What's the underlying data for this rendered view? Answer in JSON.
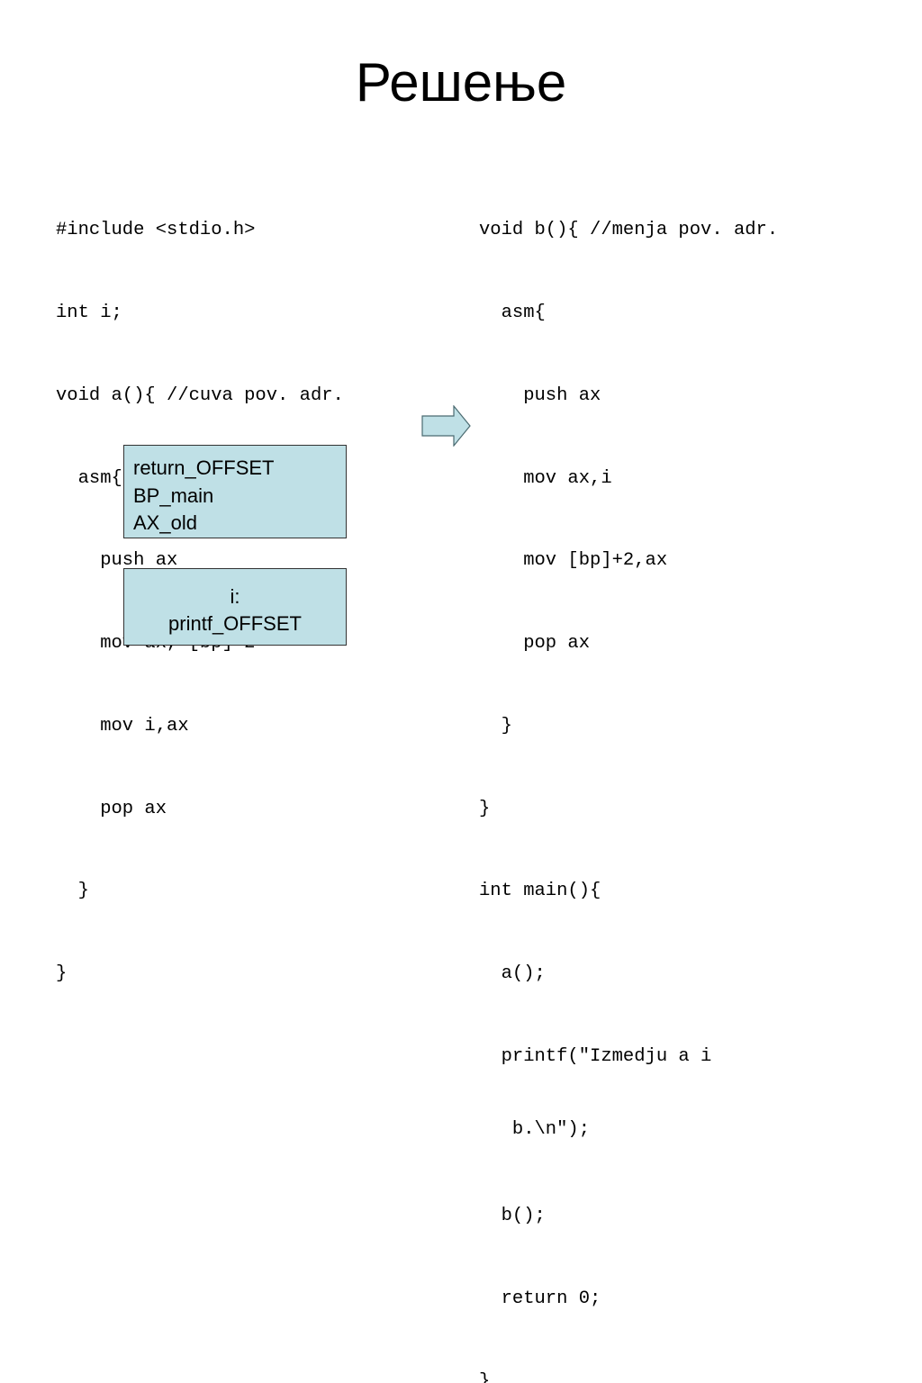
{
  "slide": {
    "title": "Решење",
    "left_code": [
      "#include <stdio.h>",
      "int i;",
      "void a(){ //cuva pov. adr.",
      "  asm{",
      "    push ax",
      "    mov ax, [bp]+2",
      "    mov i,ax",
      "    pop ax",
      "  }",
      "}"
    ],
    "right_code": [
      "void b(){ //menja pov. adr.",
      "  asm{",
      "    push ax",
      "    mov ax,i",
      "    mov [bp]+2,ax",
      "    pop ax",
      "  }",
      "}",
      "int main(){",
      "  a();",
      "  printf(\"Izmedju a i",
      "   b.\\n\");",
      "  b();",
      "  return 0;",
      "}"
    ],
    "stack_box_1": [
      "return_OFFSET",
      "BP_main",
      "AX_old"
    ],
    "stack_box_2": [
      "i:",
      "printf_OFFSET"
    ]
  },
  "colors": {
    "box_fill": "#bfe0e6",
    "box_border": "#333333",
    "arrow_fill": "#bfe0e6",
    "arrow_stroke": "#4a6a70"
  },
  "icons": {
    "arrow": "right-arrow-icon"
  }
}
